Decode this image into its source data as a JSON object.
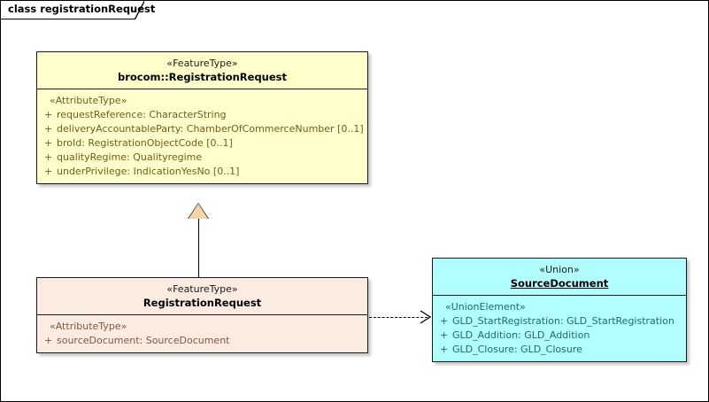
{
  "frame": {
    "title": "class registrationRequest"
  },
  "classes": [
    {
      "id": "brocom-registration-request",
      "stereotype": "«FeatureType»",
      "name": "brocom::RegistrationRequest",
      "name_is_link": false,
      "fill": "#ffffcc",
      "compartment_stereotype": "«AttributeType»",
      "attributes": [
        {
          "visibility": "+",
          "text": "requestReference: CharacterString"
        },
        {
          "visibility": "+",
          "text": "deliveryAccountableParty: ChamberOfCommerceNumber [0..1]"
        },
        {
          "visibility": "+",
          "text": "broId: RegistrationObjectCode [0..1]"
        },
        {
          "visibility": "+",
          "text": "qualityRegime: Qualityregime"
        },
        {
          "visibility": "+",
          "text": "underPrivilege: IndicationYesNo [0..1]"
        }
      ]
    },
    {
      "id": "registration-request",
      "stereotype": "«FeatureType»",
      "name": "RegistrationRequest",
      "name_is_link": false,
      "fill": "#fbebe0",
      "compartment_stereotype": "«AttributeType»",
      "attributes": [
        {
          "visibility": "+",
          "text": "sourceDocument: SourceDocument"
        }
      ]
    },
    {
      "id": "source-document",
      "stereotype": "«Union»",
      "name": "SourceDocument",
      "name_is_link": true,
      "fill": "#b2fdfd",
      "compartment_stereotype": "«UnionElement»",
      "attributes": [
        {
          "visibility": "+",
          "text": "GLD_StartRegistration: GLD_StartRegistration"
        },
        {
          "visibility": "+",
          "text": "GLD_Addition: GLD_Addition"
        },
        {
          "visibility": "+",
          "text": "GLD_Closure: GLD_Closure"
        }
      ]
    }
  ],
  "connectors": {
    "generalization": {
      "name": "generalization-registrationrequest-to-brocom",
      "style": "solid-line-hollow-triangle"
    },
    "dependency": {
      "name": "dependency-registrationrequest-to-sourcedocument",
      "style": "dashed-line-open-arrow"
    }
  },
  "colors": {
    "frame_border": "#000000",
    "class_border": "#1a1a1a",
    "yellow_fill": "#ffffcc",
    "peach_fill": "#fbebe0",
    "cyan_fill": "#b2fdfd",
    "yellow_text": "#6b5e1f",
    "peach_text": "#7a5a42",
    "cyan_text": "#1d6b6b",
    "generalization_arrow_fill": "#f5d4a8"
  }
}
